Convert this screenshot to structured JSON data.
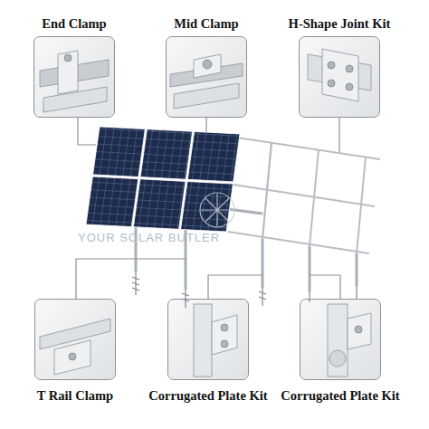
{
  "diagram": {
    "nodes": [
      {
        "text": [
          "End Clamp"
        ]
      },
      {
        "text": [
          "Mid Clamp"
        ]
      },
      {
        "text": [
          "H-Shape Joint Kit"
        ]
      },
      {
        "text": [
          "T Rail Clamp"
        ]
      },
      {
        "text": [
          "Corrugated Plate Kit"
        ]
      },
      {
        "text": [
          "Corrugated Plate Kit"
        ]
      }
    ],
    "labels": [
      "YOUR SOLAR BUTLER"
    ]
  }
}
